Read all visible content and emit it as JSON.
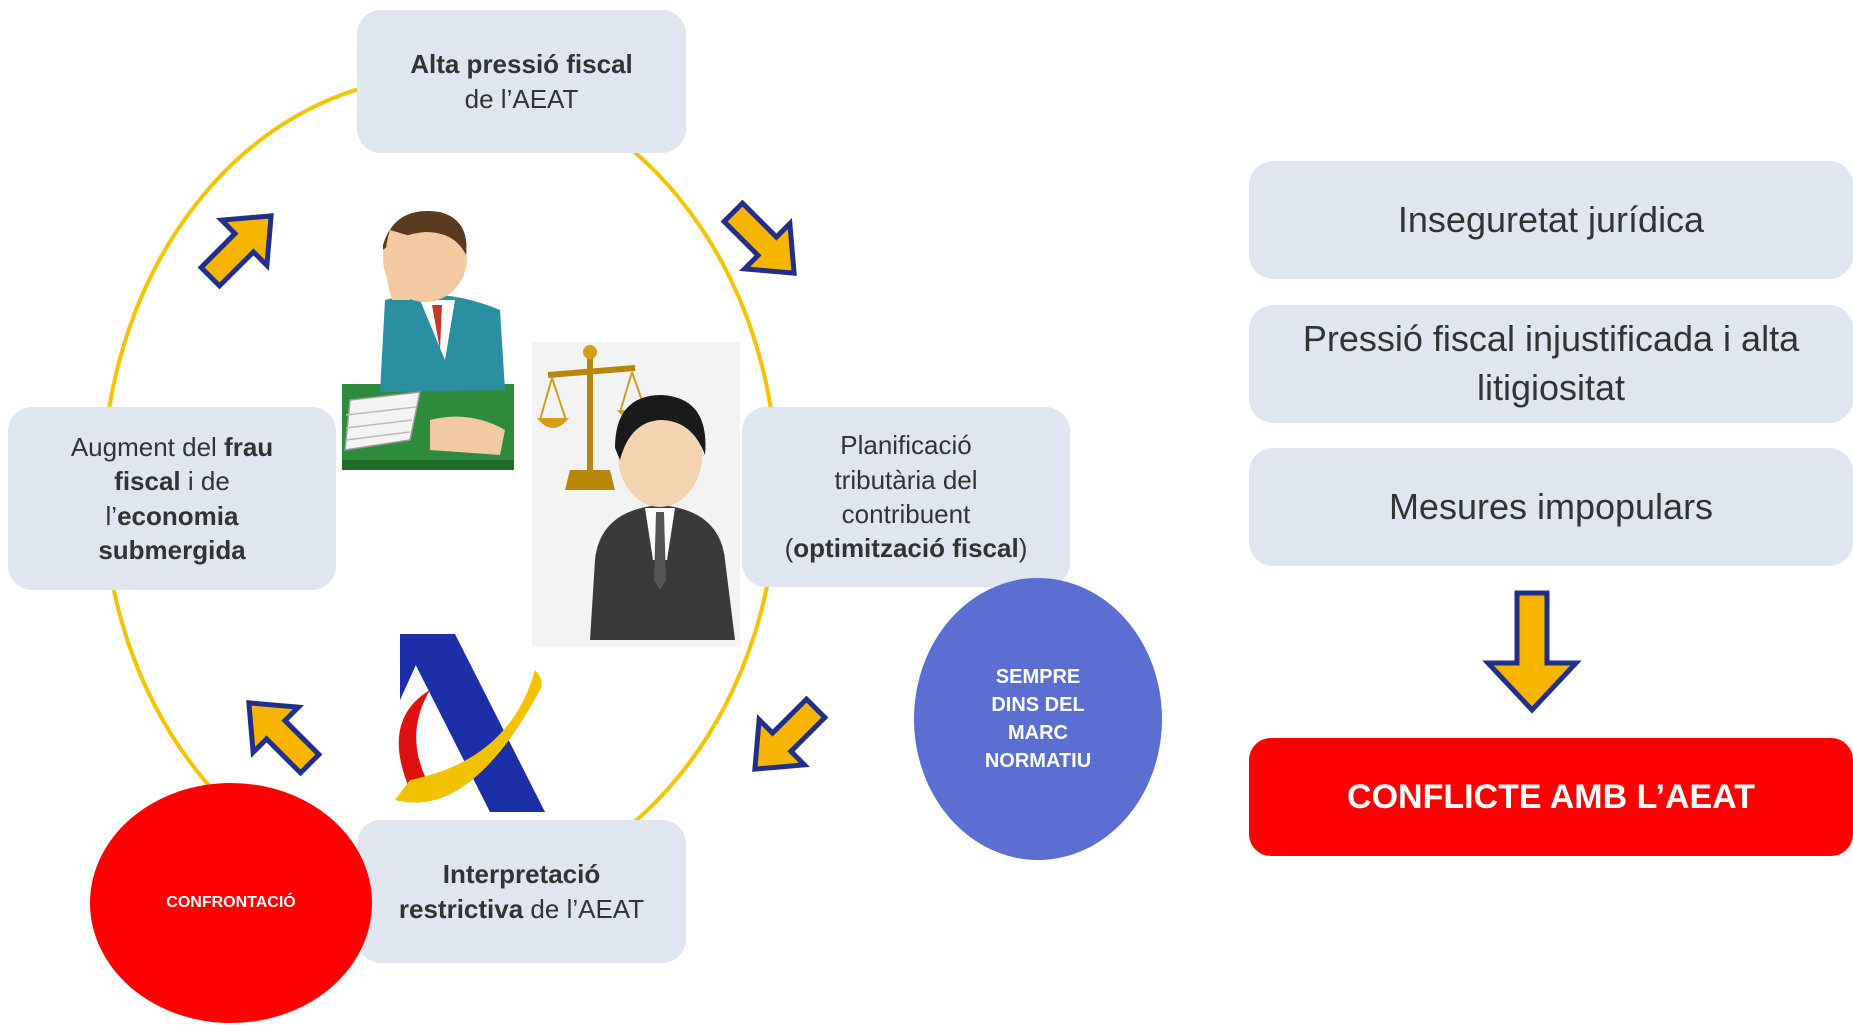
{
  "colors": {
    "ring": "#f5c400",
    "box_fill": "#dfe6ef",
    "arrow_fill": "#f7b500",
    "arrow_outline": "#1f2f8a",
    "blue_circle": "#5b6fd3",
    "red": "#ff0000"
  },
  "cycle": {
    "top": {
      "bold": "Alta pressió fiscal",
      "rest": "de l’AEAT"
    },
    "right": {
      "l1": "Planificació",
      "l2": "tributària del",
      "l3": "contribuent",
      "open": "(",
      "bold": "optimització fiscal",
      "close": ")"
    },
    "bottom": {
      "bold1": "Interpretació",
      "bold2": "restrictiva",
      "rest": " de l’AEAT"
    },
    "left": {
      "t1": "Augment del ",
      "b1": "frau",
      "b2": "fiscal",
      "t2": " i de",
      "t3": "l’",
      "b3": "economia",
      "b4": "submergida"
    }
  },
  "badges": {
    "normative": [
      "SEMPRE",
      "DINS DEL",
      "MARC",
      "NORMATIU"
    ],
    "confrontation": "CONFRONTACIÓ"
  },
  "illustrations": [
    "stressed-man-illustration",
    "lawyer-scales-illustration",
    "aeat-logo"
  ],
  "right_panel": {
    "items": [
      "Inseguretat jurídica",
      "Pressió fiscal injustificada i alta litigiositat",
      "Mesures impopulars"
    ],
    "result": "CONFLICTE AMB L’AEAT"
  }
}
